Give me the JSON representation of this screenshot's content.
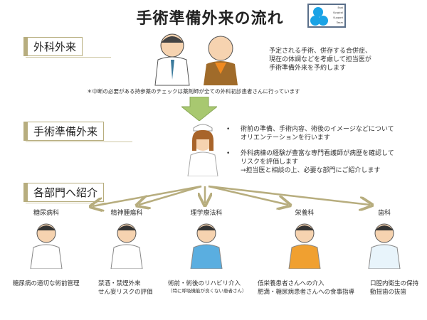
{
  "title": "手術準備外来の流れ",
  "logo": {
    "lines": [
      "East",
      "Surgical",
      "Support",
      "Team"
    ]
  },
  "sections": {
    "outpatient": {
      "label": "外科外来",
      "description": [
        "予定される手術、併存する合併症、",
        "現在の体調などを考慮して担当医が",
        "手術準備外来を予約します"
      ],
      "note": "＊中断の必要がある持参薬のチェックは薬剤師が全ての外科初診患者さんに行っています"
    },
    "preparation": {
      "label": "手術準備外来",
      "bullets": [
        {
          "lines": [
            "術前の準備、手術内容、術後のイメージなどについて",
            "オリエンテーションを行います"
          ]
        },
        {
          "lines": [
            "外科病棟の経験が豊富な専門看護師が病歴を確認して",
            "リスクを評価します",
            "→担当医と相談の上、必要な部門にご紹介します"
          ]
        }
      ]
    },
    "referral": {
      "label": "各部門へ紹介"
    }
  },
  "departments": [
    {
      "name": "糖尿病科",
      "desc": [
        "糖尿病の適切な術前管理"
      ],
      "shirt": "#ffffff"
    },
    {
      "name": "精神腫瘍科",
      "desc": [
        "禁酒・禁煙外来",
        "せん妄リスクの評価"
      ],
      "shirt": "#ffffff"
    },
    {
      "name": "理学療法科",
      "desc": [
        "術前・術後のリハビリ介入"
      ],
      "sub": "（特に呼吸機能が良くない患者さん）",
      "shirt": "#5aaee0"
    },
    {
      "name": "栄養科",
      "desc": [
        "低栄養患者さんへの介入",
        "肥満・糖尿病患者さんへの食事指導"
      ],
      "shirt": "#f0a030"
    },
    {
      "name": "歯科",
      "desc": [
        "口腔内衛生の保持",
        "動揺歯の抜歯"
      ],
      "shirt": "#e8f4fb"
    }
  ],
  "colors": {
    "arrow": "#b7ad7e",
    "big_arrow": "#a8c870",
    "section_border": "#b7ad7e"
  }
}
